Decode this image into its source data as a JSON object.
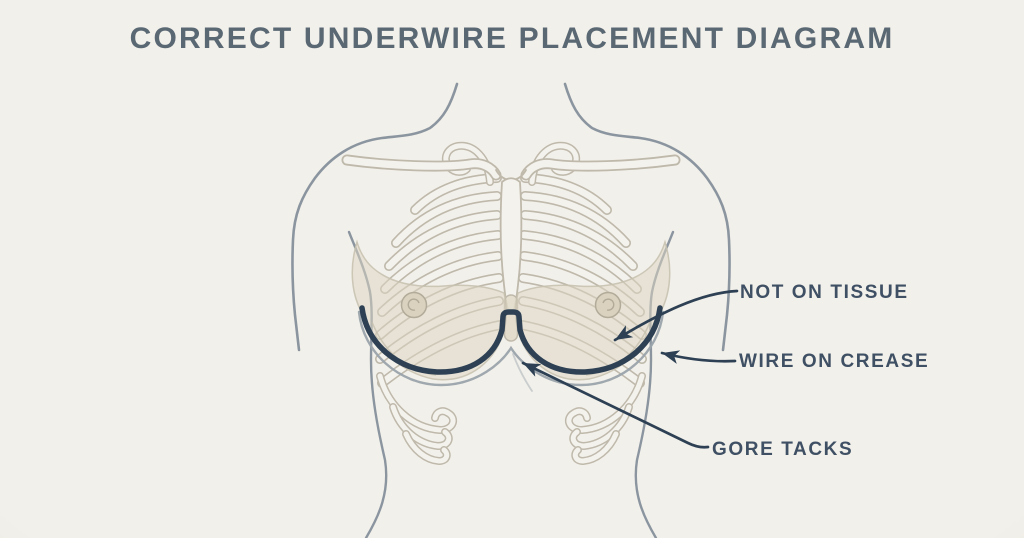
{
  "title": "CORRECT UNDERWIRE PLACEMENT DIAGRAM",
  "annotations": [
    {
      "id": "not-on-tissue",
      "text": "NOT ON TISSUE",
      "points_to": "breast tissue above the underwire"
    },
    {
      "id": "wire-on-crease",
      "text": "WIRE ON CREASE",
      "points_to": "outer end of underwire sitting on breast crease"
    },
    {
      "id": "gore-tacks",
      "text": "GORE TACKS",
      "points_to": "center gore between the breasts"
    }
  ],
  "illustration": {
    "description": "Front-view torso line drawing with ribcage, clavicles, sternum, breasts and a navy bra underwire meeting at a center gore"
  },
  "colors": {
    "background": "#f2f0ea",
    "title_text": "#5a6874",
    "label_text": "#3f5064",
    "arrow": "#2d4054",
    "underwire": "#2d4054",
    "body_outline": "#8b95a0",
    "bone_outline": "#bfb9ab",
    "bone_fill": "#f4f2ed",
    "breast_tissue": "#dcd4c1",
    "nipple": "#dad2bf",
    "crease_line": "#9aa3ab"
  }
}
